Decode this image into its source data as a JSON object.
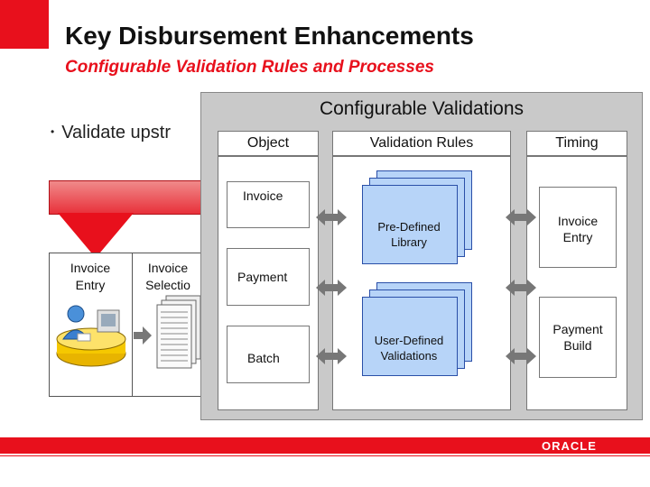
{
  "slide": {
    "title": "Key Disbursement Enhancements",
    "subtitle": "Configurable Validation Rules and Processes",
    "bullet": "Validate upstr"
  },
  "background": {
    "steps": [
      "Invoice\nEntry",
      "Invoice\nSelectio"
    ]
  },
  "panel": {
    "title": "Configurable Validations",
    "headers": {
      "object": "Object",
      "rules": "Validation Rules",
      "timing": "Timing"
    },
    "objects": [
      "Invoice",
      "Payment",
      "Batch"
    ],
    "rules": [
      "Pre-Defined\nLibrary",
      "User-Defined\nValidations"
    ],
    "timings": [
      "Invoice\nEntry",
      "Payment\nBuild"
    ]
  },
  "footer": {
    "brand": "ORACLE"
  },
  "colors": {
    "accent": "#e8101c",
    "panel_bg": "#c9c9c9",
    "doc_fill": "#b7d4f8",
    "arrow": "#777777"
  }
}
